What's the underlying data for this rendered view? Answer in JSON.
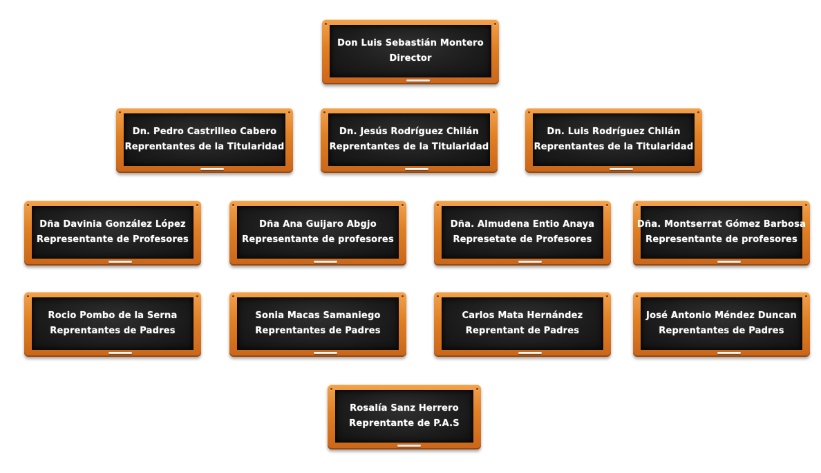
{
  "boards": [
    {
      "name": "Don Luis Sebastián Montero",
      "role": "Director"
    },
    {
      "name": "Dn. Pedro Castrilleo Cabero",
      "role": "Reprentantes de la Titularidad"
    },
    {
      "name": "Dn. Jesús Rodríguez Chilán",
      "role": "Reprentantes de la Titularidad"
    },
    {
      "name": "Dn. Luis Rodríguez Chilán",
      "role": "Reprentantes de la Titularidad"
    },
    {
      "name": "Dña Davinia González López",
      "role": "Representante de Profesores"
    },
    {
      "name": "Dña Ana Guijaro Abgjo",
      "role": "Representante de profesores"
    },
    {
      "name": "Dña. Almudena Entio Anaya",
      "role": "Represetate de Profesores"
    },
    {
      "name": "Dña. Montserrat Gómez Barbosa",
      "role": "Representante de profesores"
    },
    {
      "name": "Rocio Pombo de la Serna",
      "role": "Reprentantes de Padres"
    },
    {
      "name": "Sonia Macas Samaniego",
      "role": "Reprentantes de Padres"
    },
    {
      "name": "Carlos Mata Hernández",
      "role": "Reprentant de Padres"
    },
    {
      "name": "José Antonio Méndez Duncan",
      "role": "Reprentantes de Padres"
    },
    {
      "name": "Rosalía Sanz Herrero",
      "role": "Reprentante de P.A.S"
    }
  ]
}
